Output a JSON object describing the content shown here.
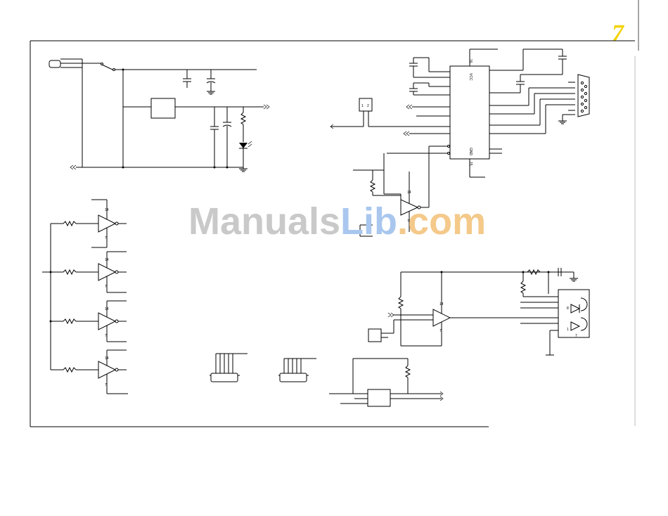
{
  "page": {
    "chapter_mark": "7"
  },
  "watermark": {
    "part1": "Manuals",
    "part2": "Lib",
    "part3": ".com",
    "color1": "#c9c9c9",
    "color2": "#a9c7ee",
    "color3": "#f4c98a"
  },
  "pins": {
    "vcc": "VCC",
    "gnd": "GND",
    "p16": "16",
    "p15": "15",
    "p14": "14",
    "p7": "7",
    "p8": "8",
    "p1": "1",
    "p2": "2"
  },
  "colors": {
    "logo": "#f2d200",
    "ink": "#000000"
  }
}
